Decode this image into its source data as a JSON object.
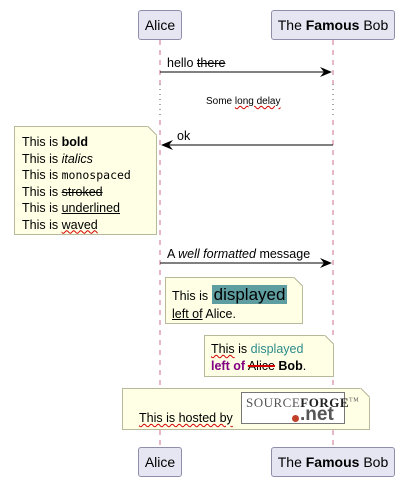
{
  "participants": {
    "alice": "Alice",
    "bob_prefix": "The",
    "bob_bold": "Famous",
    "bob_suffix": "Bob"
  },
  "messages": {
    "m1_plain": "hello",
    "m1_struck": "there",
    "delay_prefix": "Some",
    "delay_underlined": "long delay",
    "m2": "ok",
    "m3_prefix": "A",
    "m3_italic": "well formatted",
    "m3_suffix": "message"
  },
  "note_left": {
    "prefix": "This is",
    "bold": "bold",
    "italics": "italics",
    "monospaced": "monospaced",
    "stroked": "stroked",
    "underlined": "underlined",
    "waved": "waved"
  },
  "note_displayed": {
    "prefix": "This is",
    "highlight": "displayed",
    "left_of": "left of",
    "alice": "Alice."
  },
  "note_right": {
    "this_word": "This",
    "is_word": "is",
    "displayed": "displayed",
    "left_of": "left of",
    "alice_struck": "Alice",
    "bob": "Bob",
    "period": "."
  },
  "note_hosted": {
    "text": "This is hosted by",
    "logo_top_light": "SOURCE",
    "logo_top_bold": "FORGE",
    "logo_tm": "TM",
    "logo_net": ".net"
  },
  "colors": {
    "participant_fill": "#E6E6F3",
    "note_fill": "#FFFFE6",
    "highlight": "#5F9EA0",
    "teal_text": "#2E8B8B",
    "purple_text": "#800080",
    "wave_red": "#d40000"
  }
}
